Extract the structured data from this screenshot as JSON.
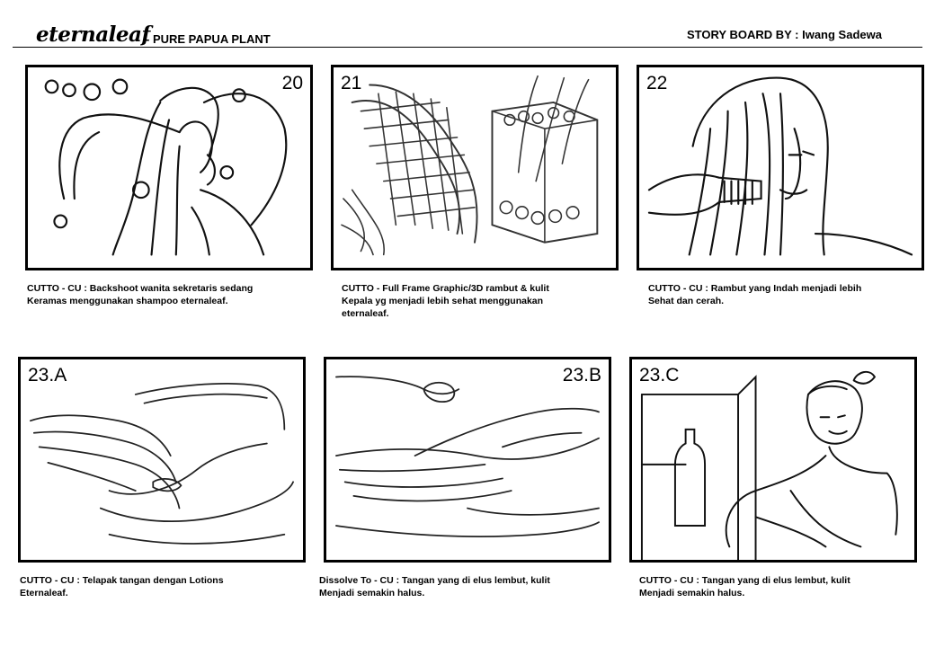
{
  "header": {
    "brand": "eternaleaf",
    "tagline": "- PURE PAPUA PLANT",
    "credit": "STORY BOARD BY : Iwang Sadewa"
  },
  "panels": [
    {
      "number": "20",
      "caption": [
        "CUTTO  -  CU : Backshoot  wanita sekretaris sedang",
        "Keramas menggunakan shampoo eternaleaf."
      ]
    },
    {
      "number": "21",
      "caption": [
        "CUTTO  -  Full Frame Graphic/3D rambut & kulit",
        "Kepala yg  menjadi lebih  sehat menggunakan",
        "eternaleaf."
      ]
    },
    {
      "number": "22",
      "caption": [
        "CUTTO  -  CU : Rambut yang  Indah menjadi lebih",
        "Sehat dan cerah."
      ]
    },
    {
      "number": "23.A",
      "caption": [
        "CUTTO  -  CU : Telapak tangan dengan Lotions",
        "Eternaleaf."
      ]
    },
    {
      "number": "23.B",
      "caption": [
        "Dissolve To  -  CU : Tangan yang di elus lembut, kulit",
        "Menjadi semakin halus."
      ]
    },
    {
      "number": "23.C",
      "caption": [
        "CUTTO  -  CU : Tangan yang di elus lembut, kulit",
        "Menjadi semakin halus."
      ]
    }
  ]
}
